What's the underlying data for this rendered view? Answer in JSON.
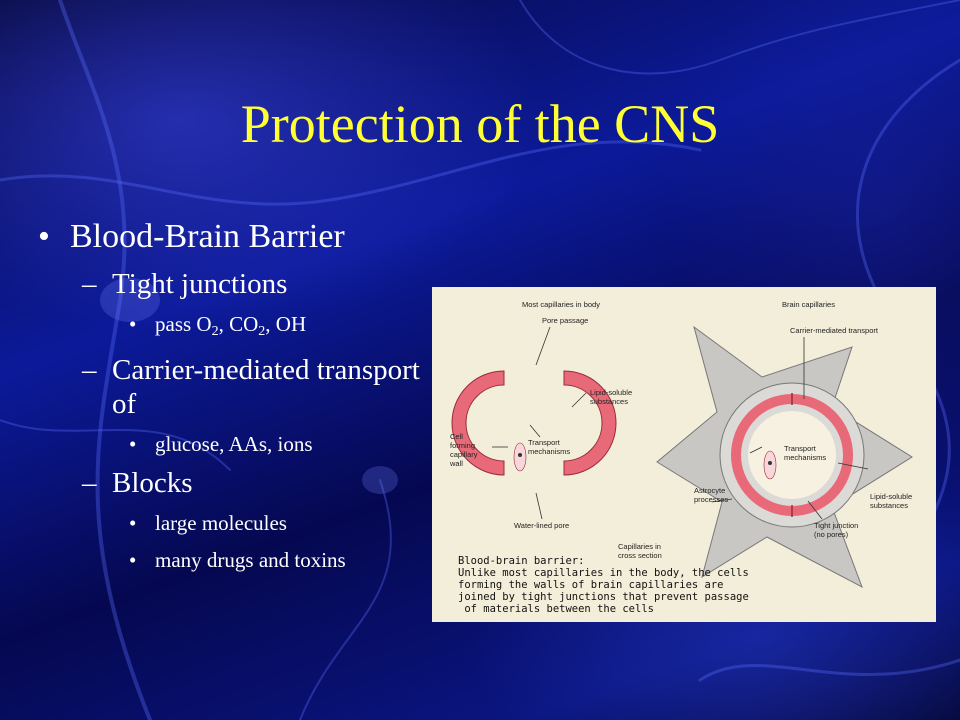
{
  "slide": {
    "title": "Protection of the CNS",
    "bullets": {
      "main": "Blood-Brain Barrier",
      "tight": "Tight junctions",
      "pass_prefix": "pass O",
      "pass_sub1": "2",
      "pass_mid": ", CO",
      "pass_sub2": "2",
      "pass_suffix": ", OH",
      "carrier": "Carrier-mediated transport of",
      "glucose": "glucose, AAs, ions",
      "blocks": "Blocks",
      "large": "large molecules",
      "drugs": "many drugs and toxins"
    },
    "colors": {
      "title": "#ffff33",
      "text": "#ffffff",
      "background": "#0c1a9a",
      "capillary": "#e86a78"
    }
  },
  "figure": {
    "left_heading": "Most capillaries in body",
    "right_heading": "Brain capillaries",
    "labels": {
      "pore_passage": "Pore passage",
      "lipid_left_1": "Lipid-soluble",
      "lipid_left_2": "substances",
      "cell_1": "Cell",
      "cell_2": "forming",
      "cell_3": "capillary",
      "cell_4": "wall",
      "transport_left_1": "Transport",
      "transport_left_2": "mechanisms",
      "water_pore": "Water-lined pore",
      "cross_1": "Capillaries in",
      "cross_2": "cross section",
      "carrier_transport": "Carrier-mediated transport",
      "transport_right_1": "Transport",
      "transport_right_2": "mechanisms",
      "astro_1": "Astrocyte",
      "astro_2": "processes",
      "lipid_right_1": "Lipid-soluble",
      "lipid_right_2": "substances",
      "tight_1": "Tight junction",
      "tight_2": "(no pores)"
    },
    "caption": "Blood-brain barrier:\nUnlike most capillaries in the body, the cells\nforming the walls of brain capillaries are\njoined by tight junctions that prevent passage\n of materials between the cells"
  }
}
